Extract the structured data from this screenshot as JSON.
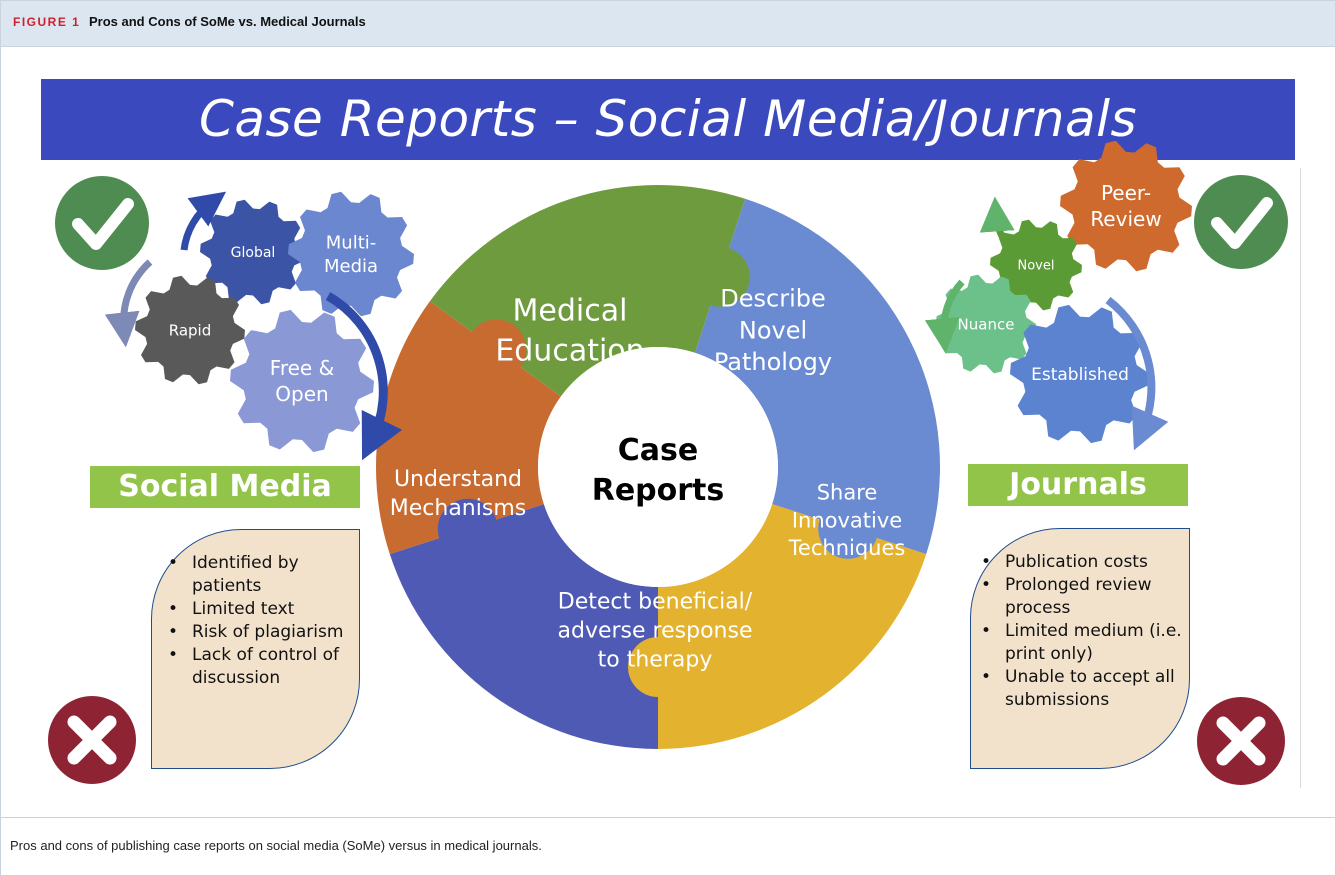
{
  "figure": {
    "label": "FIGURE 1",
    "title": "Pros and Cons of SoMe vs. Medical Journals",
    "caption": "Pros and cons of publishing case reports on social media (SoMe) versus in medical journals."
  },
  "banner": {
    "title": "Case Reports – Social Media/Journals"
  },
  "center": {
    "line1": "Case",
    "line2": "Reports"
  },
  "segments": [
    {
      "id": "medical-education",
      "lines": [
        "Medical",
        "Education"
      ],
      "color": "#6f9b3f"
    },
    {
      "id": "describe-novel-pathology",
      "lines": [
        "Describe",
        "Novel",
        "Pathology"
      ],
      "color": "#6a8bd2"
    },
    {
      "id": "share-innovative-techniques",
      "lines": [
        "Share",
        "Innovative",
        "Techniques"
      ],
      "color": "#e3b22e"
    },
    {
      "id": "detect-response",
      "lines": [
        "Detect beneficial/",
        "adverse response",
        "to therapy"
      ],
      "color": "#4f5ab5"
    },
    {
      "id": "understand-mechanisms",
      "lines": [
        "Understand",
        "Mechanisms"
      ],
      "color": "#c86b31"
    }
  ],
  "social_media": {
    "label": "Social Media",
    "gears": [
      {
        "id": "global",
        "lines": [
          "Global"
        ],
        "color": "#3c54a5"
      },
      {
        "id": "multi-media",
        "lines": [
          "Multi-",
          "Media"
        ],
        "color": "#6a87cf"
      },
      {
        "id": "rapid",
        "lines": [
          "Rapid"
        ],
        "color": "#595959"
      },
      {
        "id": "free-open",
        "lines": [
          "Free &",
          "Open"
        ],
        "color": "#8a98d6"
      }
    ],
    "cons": [
      "Identified by patients",
      "Limited text",
      "Risk of plagiarism",
      "Lack of control of discussion"
    ]
  },
  "journals": {
    "label": "Journals",
    "gears": [
      {
        "id": "peer-review",
        "lines": [
          "Peer-",
          "Review"
        ],
        "color": "#cf6a2e"
      },
      {
        "id": "novel",
        "lines": [
          "Novel"
        ],
        "color": "#5b9b36"
      },
      {
        "id": "nuance",
        "lines": [
          "Nuance"
        ],
        "color": "#6cc08a"
      },
      {
        "id": "established",
        "lines": [
          "Established"
        ],
        "color": "#5c83cf"
      }
    ],
    "cons": [
      "Publication costs",
      "Prolonged review process",
      "Limited medium (i.e. print only)",
      "Unable to accept all submissions"
    ]
  },
  "colors": {
    "check": "#4f8c52",
    "cross": "#8e2433",
    "banner": "#3b49bf",
    "label_bg": "#92c449",
    "box_bg": "#f2e2cc"
  },
  "icons": {
    "pro": "check-icon",
    "con": "cross-icon",
    "arrow": "curved-arrow-icon"
  }
}
